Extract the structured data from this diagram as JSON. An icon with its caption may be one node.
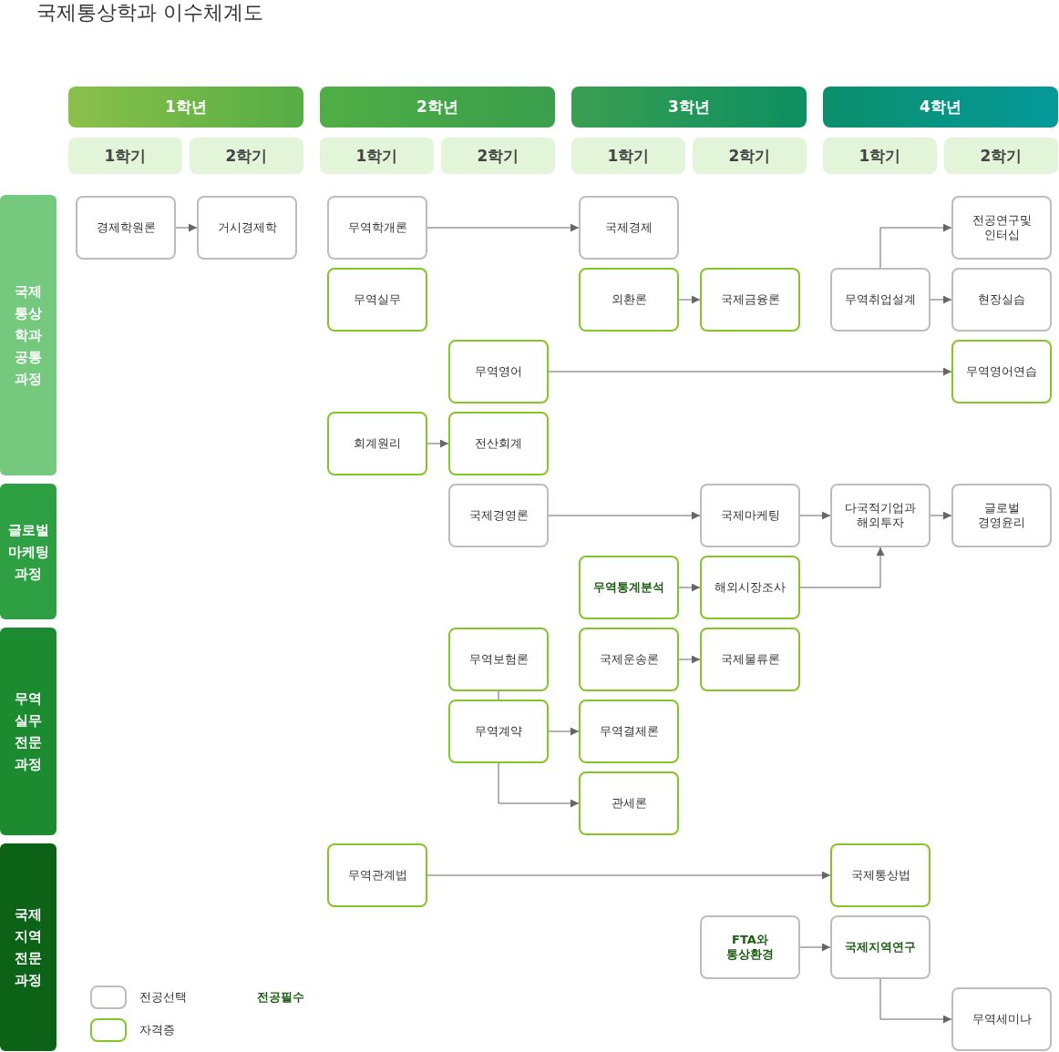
{
  "diagram": {
    "title": "국제통상학과 이수체계도",
    "nodes": [
      {
        "text": [
          "1학년"
        ]
      },
      {
        "text": [
          "2학년"
        ]
      },
      {
        "text": [
          "3학년"
        ]
      },
      {
        "text": [
          "4학년"
        ]
      },
      {
        "text": [
          "1학기"
        ]
      },
      {
        "text": [
          "2학기"
        ]
      },
      {
        "text": [
          "1학기"
        ]
      },
      {
        "text": [
          "2학기"
        ]
      },
      {
        "text": [
          "1학기"
        ]
      },
      {
        "text": [
          "2학기"
        ]
      },
      {
        "text": [
          "1학기"
        ]
      },
      {
        "text": [
          "2학기"
        ]
      },
      {
        "text": [
          "국제 통상 학과 공통 과정"
        ]
      },
      {
        "text": [
          "글로벌 마케팅 과정"
        ]
      },
      {
        "text": [
          "무역 실무 전문 과정"
        ]
      },
      {
        "text": [
          "국제 지역 전문 과정"
        ]
      },
      {
        "text": [
          "경제학원론"
        ]
      },
      {
        "text": [
          "거시경제학"
        ]
      },
      {
        "text": [
          "무역학개론"
        ]
      },
      {
        "text": [
          "국제경제"
        ]
      },
      {
        "text": [
          "전공연구및 인터십"
        ]
      },
      {
        "text": [
          "무역실무"
        ]
      },
      {
        "text": [
          "외환론"
        ]
      },
      {
        "text": [
          "국제금융론"
        ]
      },
      {
        "text": [
          "무역취업설계"
        ]
      },
      {
        "text": [
          "현장실습"
        ]
      },
      {
        "text": [
          "무역영어"
        ]
      },
      {
        "text": [
          "무역영어연습"
        ]
      },
      {
        "text": [
          "회계원리"
        ]
      },
      {
        "text": [
          "전산회계"
        ]
      },
      {
        "text": [
          "국제경영론"
        ]
      },
      {
        "text": [
          "국제마케팅"
        ]
      },
      {
        "text": [
          "다국적기업과 해외투자"
        ]
      },
      {
        "text": [
          "글로벌 경영윤리"
        ]
      },
      {
        "text": [
          "무역통계분석"
        ]
      },
      {
        "text": [
          "해외시장조사"
        ]
      },
      {
        "text": [
          "무역보험론"
        ]
      },
      {
        "text": [
          "국제운송론"
        ]
      },
      {
        "text": [
          "국제물류론"
        ]
      },
      {
        "text": [
          "무역계약"
        ]
      },
      {
        "text": [
          "무역결제론"
        ]
      },
      {
        "text": [
          "관세론"
        ]
      },
      {
        "text": [
          "무역관계법"
        ]
      },
      {
        "text": [
          "국제통상법"
        ]
      },
      {
        "text": [
          "FTA와 통상환경"
        ]
      },
      {
        "text": [
          "국제지역연구"
        ]
      },
      {
        "text": [
          "무역세미나"
        ]
      }
    ],
    "edges": [
      {
        "from": 16,
        "to": 17,
        "arrow": "to"
      },
      {
        "from": 18,
        "to": 19,
        "arrow": "to"
      },
      {
        "from": 24,
        "to": 20,
        "arrow": "to"
      },
      {
        "from": 22,
        "to": 23,
        "arrow": "to"
      },
      {
        "from": 24,
        "to": 25,
        "arrow": "to"
      },
      {
        "from": 26,
        "to": 27,
        "arrow": "to"
      },
      {
        "from": 28,
        "to": 29,
        "arrow": "to"
      },
      {
        "from": 30,
        "to": 31,
        "arrow": "to"
      },
      {
        "from": 31,
        "to": 32,
        "arrow": "to"
      },
      {
        "from": 32,
        "to": 33,
        "arrow": "to"
      },
      {
        "from": 34,
        "to": 35,
        "arrow": "to"
      },
      {
        "from": 35,
        "to": 32,
        "arrow": "to"
      },
      {
        "from": 37,
        "to": 38,
        "arrow": "to"
      },
      {
        "from": 36,
        "to": 39,
        "arrow": "none"
      },
      {
        "from": 39,
        "to": 40,
        "arrow": "to"
      },
      {
        "from": 39,
        "to": 41,
        "arrow": "to"
      },
      {
        "from": 42,
        "to": 43,
        "arrow": "to"
      },
      {
        "from": 44,
        "to": 45,
        "arrow": "to"
      },
      {
        "from": 45,
        "to": 46,
        "arrow": "to"
      }
    ],
    "legend": [
      {
        "text": "전공선택"
      },
      {
        "text": "자격증"
      },
      {
        "text": "전공필수"
      }
    ]
  }
}
